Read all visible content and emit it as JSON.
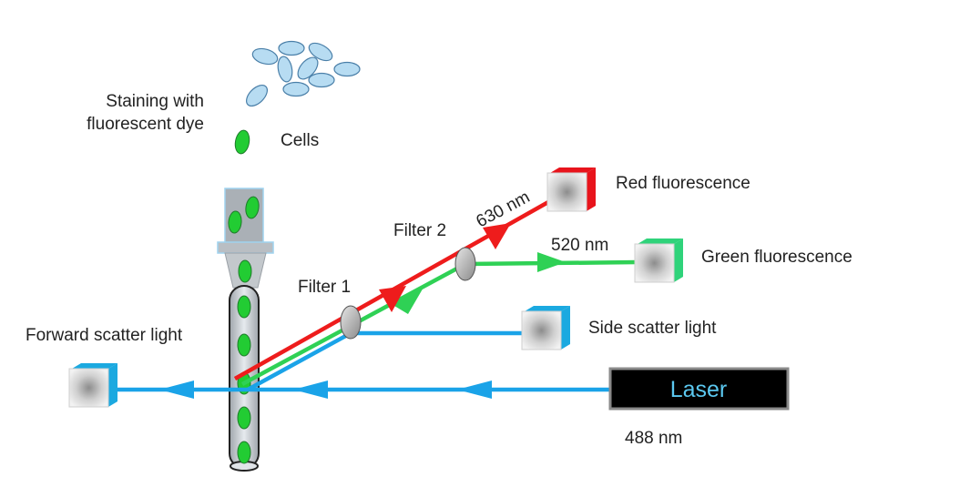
{
  "labels": {
    "staining_line1": "Staining with",
    "staining_line2": "fluorescent dye",
    "cells": "Cells",
    "filter1": "Filter 1",
    "filter2": "Filter 2",
    "nm630": "630 nm",
    "nm520": "520 nm",
    "red_fluorescence": "Red fluorescence",
    "green_fluorescence": "Green fluorescence",
    "side_scatter": "Side scatter light",
    "forward_scatter": "Forward scatter light",
    "laser": "Laser",
    "nm488": "488 nm"
  },
  "colors": {
    "blue_beam": "#1aa3e8",
    "red_beam": "#ee1c1c",
    "green_beam": "#2fd155",
    "cell_fill": "#22cc33",
    "unstained_cell_fill": "#b7dcf2",
    "detector_red_edge": "#e8141c",
    "detector_green_edge": "#2fd37a",
    "detector_blue_edge": "#1ba9e0",
    "laser_box": "#000000",
    "laser_text": "#5bc8f0",
    "text": "#222222"
  }
}
